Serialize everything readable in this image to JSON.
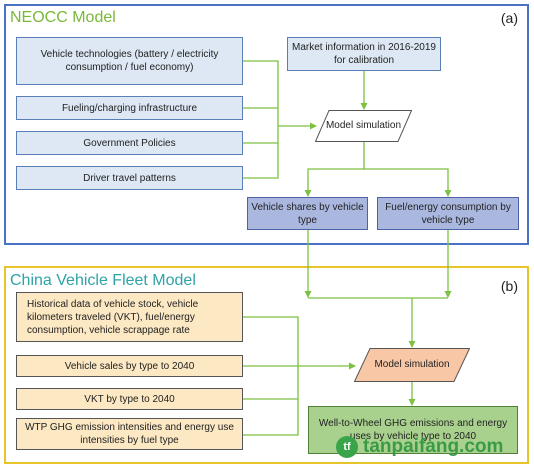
{
  "panel_a": {
    "title": "NEOCC Model",
    "tag": "(a)",
    "inputs": [
      "Vehicle technologies (battery / electricity consumption / fuel economy)",
      "Fueling/charging infrastructure",
      "Government Policies",
      "Driver travel patterns"
    ],
    "market": "Market information in 2016-2019 for calibration",
    "model": "Model simulation",
    "outputs": [
      "Vehicle shares by vehicle type",
      "Fuel/energy consumption by vehicle type"
    ]
  },
  "panel_b": {
    "title": "China Vehicle Fleet Model",
    "tag": "(b)",
    "inputs": [
      "Historical data of vehicle stock, vehicle kilometers traveled (VKT), fuel/energy consumption, vehicle scrappage rate",
      "Vehicle sales by type to 2040",
      "VKT by type to 2040",
      "WTP GHG emission intensities and energy use intensities by fuel type"
    ],
    "model": "Model simulation",
    "output": "Well-to-Wheel GHG emissions and energy uses by vehicle type to 2040"
  },
  "watermark": {
    "logo": "tf",
    "text": "tanpaifang.com"
  },
  "colors": {
    "panel_a_border": "#4a72c4",
    "panel_b_border": "#e6c42a",
    "title_a": "#7ab83a",
    "title_b": "#2ea3a8",
    "connector": "#7cc142"
  }
}
